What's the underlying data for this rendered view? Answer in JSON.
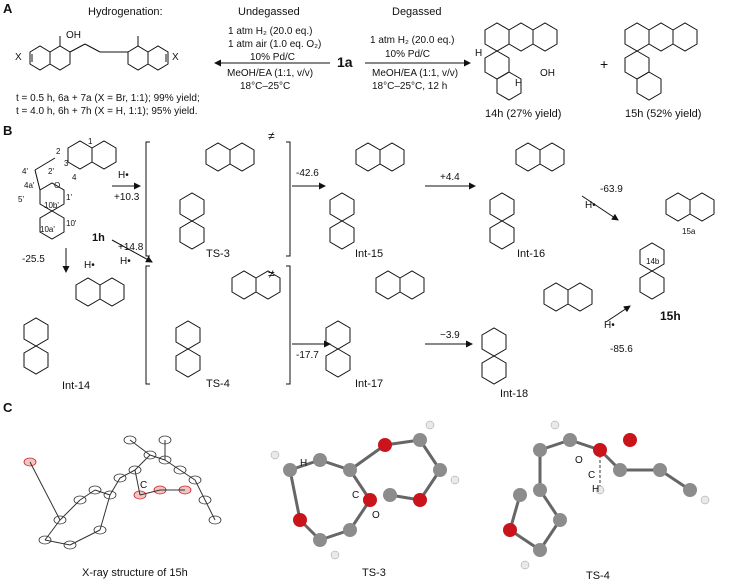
{
  "panels": {
    "a": "A",
    "b": "B",
    "c": "C"
  },
  "panelA": {
    "hydrogenation_title": "Hydrogenation:",
    "undegassed_title": "Undegassed",
    "degassed_title": "Degassed",
    "undeg_cond1": "1 atm H₂ (20.0 eq.)",
    "undeg_cond2": "1 atm air (1.0 eq. O₂)",
    "undeg_cond3": "10% Pd/C",
    "undeg_cond4": "MeOH/EA (1:1, v/v)",
    "undeg_cond5": "18°C–25°C",
    "deg_cond1": "1 atm H₂ (20.0 eq.)",
    "deg_cond2": "10% Pd/C",
    "deg_cond3": "MeOH/EA (1:1, v/v)",
    "deg_cond4": "18°C–25°C, 12 h",
    "start": "1a",
    "plus": "+",
    "x_left": "X",
    "x_right": "X",
    "oh": "OH",
    "result1": "t = 0.5 h, 6a + 7a (X = Br, 1:1); 99% yield;",
    "result2": "t = 4.0 h, 6h + 7h (X = H, 1:1); 95% yield.",
    "prod1": "14h (27% yield)",
    "prod2": "15h (52% yield)",
    "h1": "H",
    "h2": "H",
    "oh2": "OH"
  },
  "panelB": {
    "sm": "1h",
    "hdot1": "H•",
    "hdot2": "H•",
    "hdot3": "H•",
    "hdot4": "H•",
    "hdot5": "H•",
    "e_ts3": "+10.3",
    "e_ts4": "+14.8",
    "e_int14": "-25.5",
    "e_int15": "-42.6",
    "e_int16": "+4.4",
    "e_15h_top": "-63.9",
    "e_int17": "-17.7",
    "e_int18": "−3.9",
    "e_15h_bot": "-85.6",
    "ts3": "TS-3",
    "ts4": "TS-4",
    "int14": "Int-14",
    "int15": "Int-15",
    "int16": "Int-16",
    "int17": "Int-17",
    "int18": "Int-18",
    "product": "15h",
    "ddagger": "≠",
    "num_labels": [
      "1",
      "2",
      "3",
      "4",
      "4'",
      "4a'",
      "5'",
      "2'",
      "1'",
      "O",
      "10b'",
      "10a'",
      "10'"
    ],
    "atom_15a": "15a",
    "atom_14b": "14b"
  },
  "panelC": {
    "xray": "X-ray structure of 15h",
    "ts3": "TS-3",
    "ts4": "TS-4",
    "c_label": "C",
    "h_label": "H",
    "o_label": "O"
  }
}
